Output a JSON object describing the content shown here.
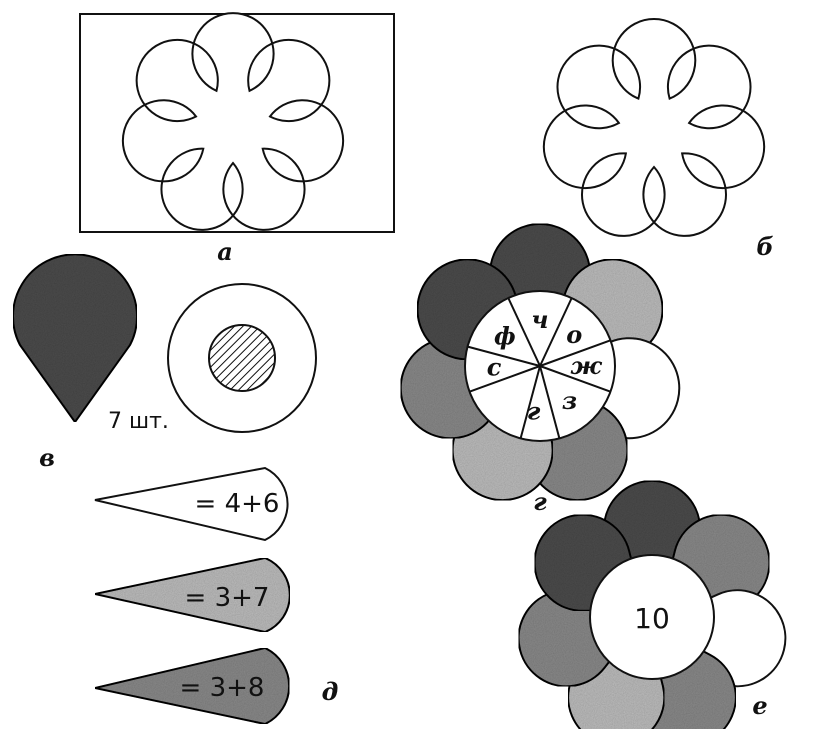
{
  "labels": {
    "a": "а",
    "b": "б",
    "v": "в",
    "g": "г",
    "d": "д",
    "e": "е"
  },
  "count_text": "7 шт.",
  "sectors": [
    "ч",
    "о",
    "ж",
    "з",
    "г",
    "с",
    "ф"
  ],
  "equations": [
    "= 4+6",
    "= 3+7",
    "= 3+8"
  ],
  "center_number": "10",
  "colors": {
    "line": "#111111",
    "dark": "#4d4d4d",
    "medium": "#8a8a8a",
    "light": "#bdbdbd",
    "white": "#ffffff"
  }
}
